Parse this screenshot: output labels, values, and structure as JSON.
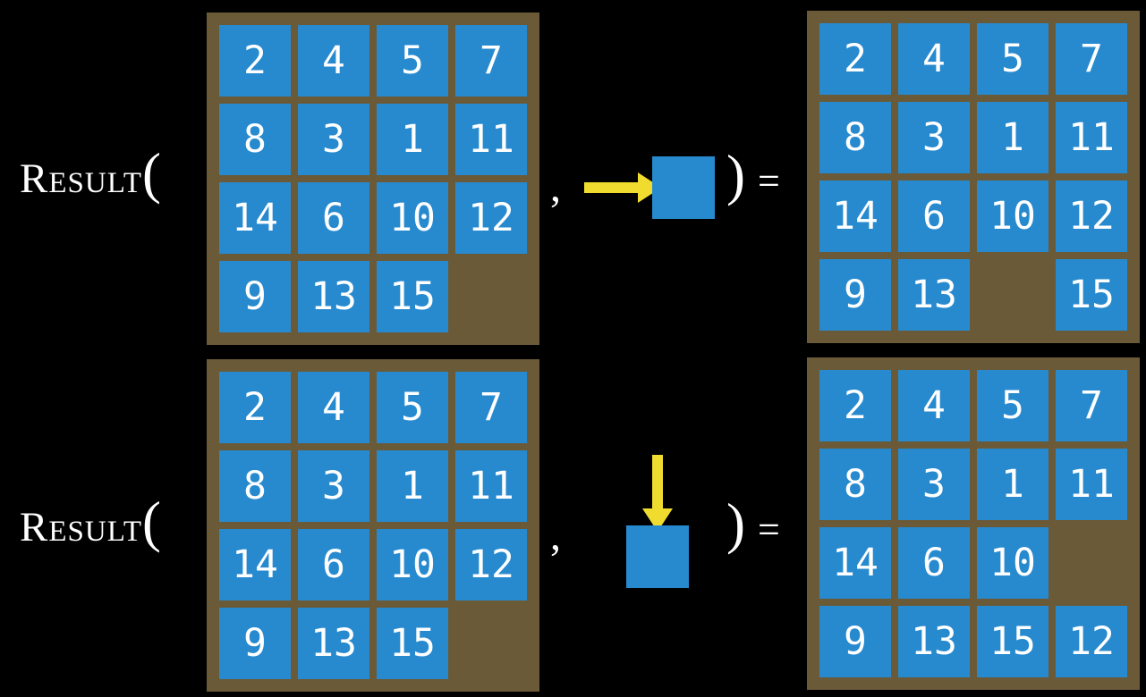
{
  "colors": {
    "background": "#000000",
    "board": "#6A5A38",
    "tile": "#278ACF",
    "arrow": "#F0DC2E",
    "text": "#FFFFFF"
  },
  "rows": [
    {
      "function_name": "Result",
      "open_paren": "(",
      "comma": ",",
      "close_paren": ")",
      "equals": "=",
      "move_icon": "right-arrow",
      "initial_grid": [
        [
          "2",
          "4",
          "5",
          "7"
        ],
        [
          "8",
          "3",
          "1",
          "11"
        ],
        [
          "14",
          "6",
          "10",
          "12"
        ],
        [
          "9",
          "13",
          "15",
          ""
        ]
      ],
      "result_grid": [
        [
          "2",
          "4",
          "5",
          "7"
        ],
        [
          "8",
          "3",
          "1",
          "11"
        ],
        [
          "14",
          "6",
          "10",
          "12"
        ],
        [
          "9",
          "13",
          "",
          "15"
        ]
      ]
    },
    {
      "function_name": "Result",
      "open_paren": "(",
      "comma": ",",
      "close_paren": ")",
      "equals": "=",
      "move_icon": "down-arrow",
      "initial_grid": [
        [
          "2",
          "4",
          "5",
          "7"
        ],
        [
          "8",
          "3",
          "1",
          "11"
        ],
        [
          "14",
          "6",
          "10",
          "12"
        ],
        [
          "9",
          "13",
          "15",
          ""
        ]
      ],
      "result_grid": [
        [
          "2",
          "4",
          "5",
          "7"
        ],
        [
          "8",
          "3",
          "1",
          "11"
        ],
        [
          "14",
          "6",
          "10",
          ""
        ],
        [
          "9",
          "13",
          "15",
          "12"
        ]
      ]
    }
  ]
}
